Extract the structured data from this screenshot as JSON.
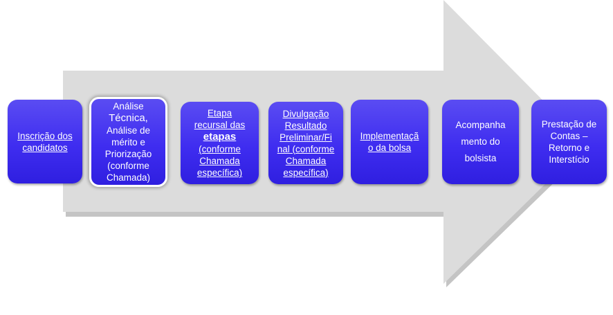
{
  "arrow": {
    "fill": "#dcdcdc",
    "shadow": "#c4c4c4"
  },
  "steps": [
    {
      "text": "Inscrição dos\ncandidatos"
    },
    {
      "line1": "Análise",
      "line2": "Técnica",
      "line2_suffix": ",",
      "line3": "Análise de\nmérito e\nPriorização\n(conforme\nChamada)"
    },
    {
      "line1": "Etapa\nrecursal das",
      "line2": "etapas",
      "line3": "(conforme\nChamada\nespecífica)"
    },
    {
      "text": "Divulgação\nResultado\nPreliminar/Fi\nnal (conforme\nChamada\nespecífica)"
    },
    {
      "text": "Implementaçã\no da bolsa"
    },
    {
      "text": "Acompanha\nmento do\nbolsista"
    },
    {
      "text": "Prestação de\nContas –\nRetorno e\nInterstício"
    }
  ]
}
